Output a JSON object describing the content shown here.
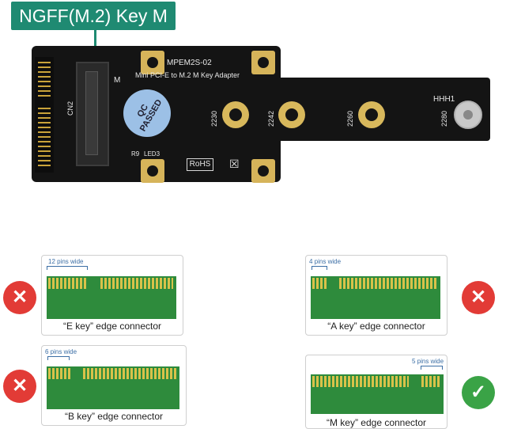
{
  "key_label": "NGFF(M.2) Key M",
  "board": {
    "model": "MPEM2S-02",
    "description": "Mini PCI-E to M.2 M Key Adapter",
    "cn2": "CN2",
    "m_marker": "M",
    "r9": "R9",
    "led3": "LED3",
    "rohs": "RoHS",
    "qc_label": "QC PASSED",
    "hhh1": "HHH1",
    "size_2230": "2230",
    "size_2242": "2242",
    "size_2260": "2260",
    "size_2280": "2280"
  },
  "connectors": [
    {
      "width_note": "12 pins wide",
      "caption": "“E key” edge connector",
      "supported": false
    },
    {
      "width_note": "4 pins wide",
      "caption": "“A key” edge connector",
      "supported": false
    },
    {
      "width_note": "6 pins wide",
      "caption": "“B key” edge connector",
      "supported": false
    },
    {
      "width_note": "5 pins wide",
      "caption": "“M key” edge connector",
      "supported": true
    }
  ],
  "colors": {
    "accent": "#1f8a72",
    "pcb": "#2e8b3c",
    "pin": "#d9c24a",
    "reject": "#e23b36",
    "accept": "#3aa346"
  },
  "icons": {
    "reject": "x-icon",
    "accept": "check-icon"
  }
}
